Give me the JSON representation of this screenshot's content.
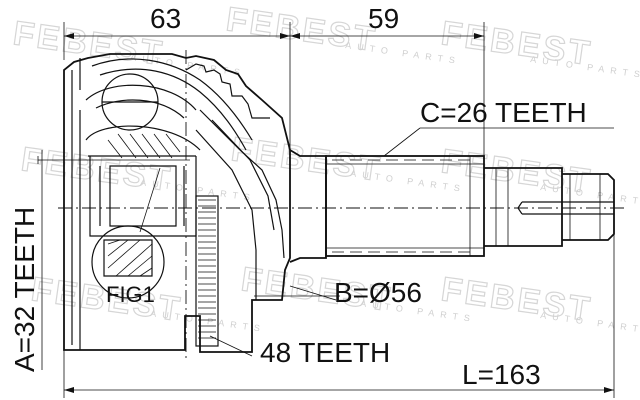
{
  "watermark": {
    "brand": "FEBEST",
    "tagline": "AUTO PARTS"
  },
  "dimensions": {
    "outer_length_left": "63",
    "outer_length_right": "59",
    "total_length": "L=163"
  },
  "callouts": {
    "spline_outer": "C=26 TEETH",
    "seal_diameter": "B=Ø56",
    "abs_ring": "48 TEETH",
    "spline_inner": "A=32 TEETH",
    "figure_ref": "FIG1"
  }
}
